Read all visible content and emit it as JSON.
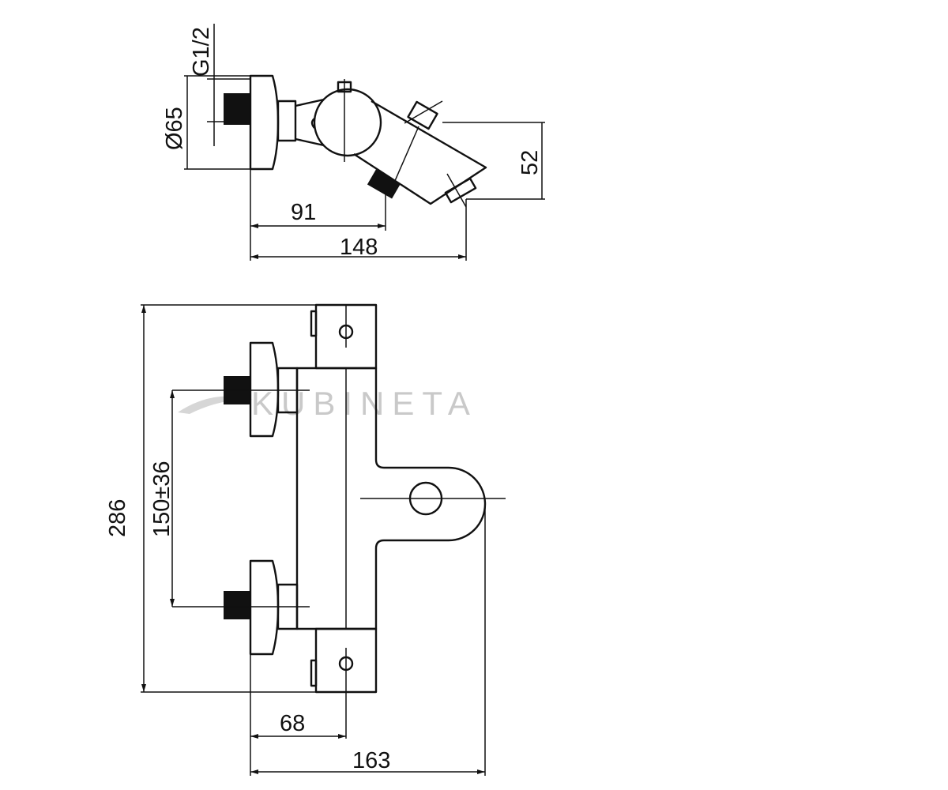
{
  "top_view": {
    "thread_label": "G1/2",
    "diameter_label": "Ø65",
    "depth_label": "52",
    "handle_offset_label": "91",
    "total_depth_label": "148"
  },
  "front_view": {
    "height_label": "286",
    "inlet_spacing_label": "150±36",
    "handle_offset_label": "68",
    "total_width_label": "163"
  },
  "watermark": {
    "text": "KUBINETA"
  },
  "colors": {
    "line": "#111111",
    "watermark": "#c9c9c9",
    "background": "#ffffff"
  }
}
